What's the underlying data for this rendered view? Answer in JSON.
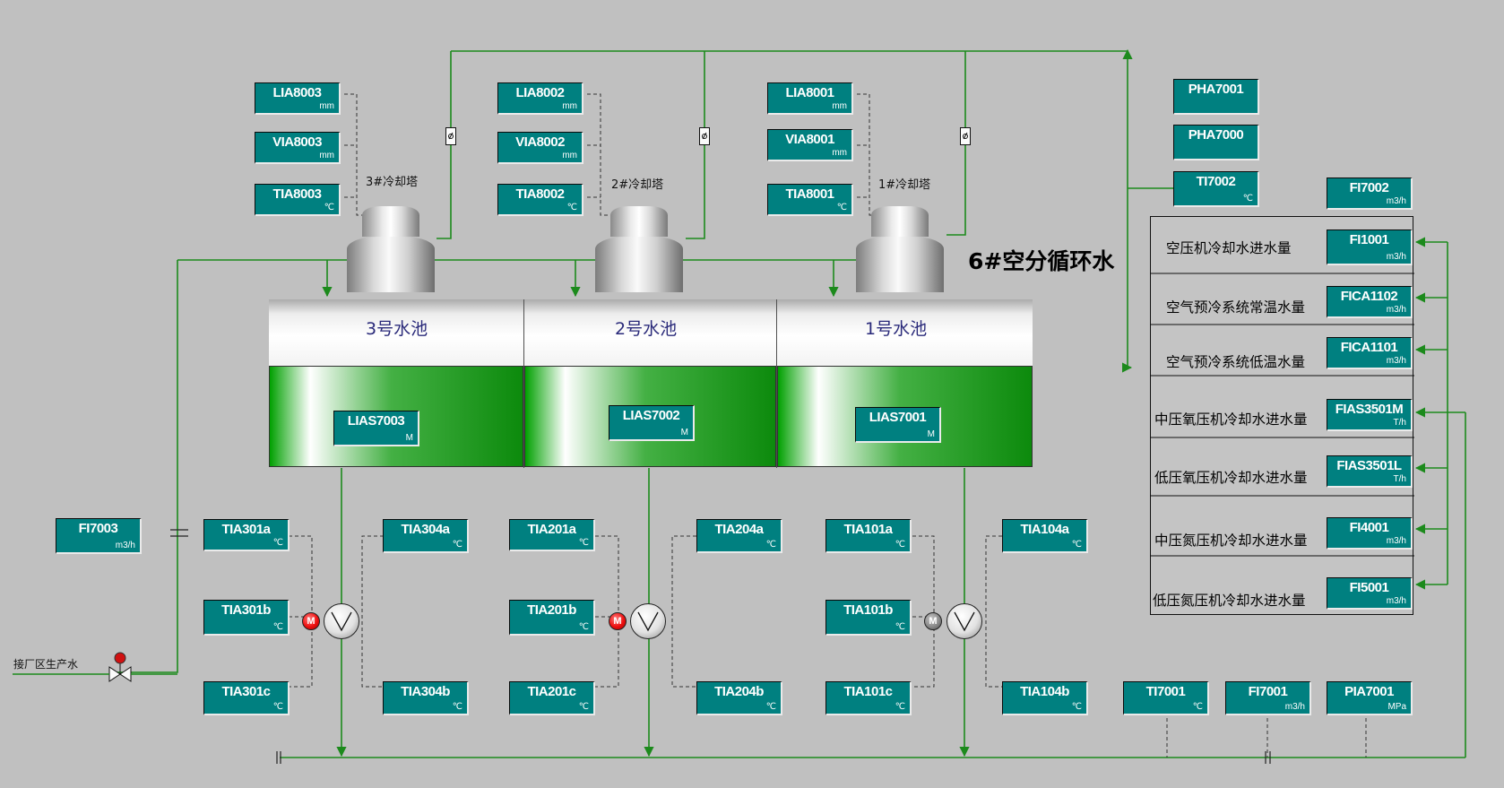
{
  "screen": {
    "title": "6#空分循环水"
  },
  "towers": {
    "t3": "3#冷却塔",
    "t2": "2#冷却塔",
    "t1": "1#冷却塔"
  },
  "pools": {
    "p3": "3号水池",
    "p2": "2号水池",
    "p1": "1号水池"
  },
  "supply": {
    "label": "接厂区生产水"
  },
  "tags": {
    "LIA8003": {
      "name": "LIA8003",
      "unit": "mm"
    },
    "VIA8003": {
      "name": "VIA8003",
      "unit": "mm"
    },
    "TIA8003": {
      "name": "TIA8003",
      "unit": "℃"
    },
    "LIA8002": {
      "name": "LIA8002",
      "unit": "mm"
    },
    "VIA8002": {
      "name": "VIA8002",
      "unit": "mm"
    },
    "TIA8002": {
      "name": "TIA8002",
      "unit": "℃"
    },
    "LIA8001": {
      "name": "LIA8001",
      "unit": "mm"
    },
    "VIA8001": {
      "name": "VIA8001",
      "unit": "mm"
    },
    "TIA8001": {
      "name": "TIA8001",
      "unit": "℃"
    },
    "PHA7001": {
      "name": "PHA7001",
      "unit": ""
    },
    "PHA7000": {
      "name": "PHA7000",
      "unit": ""
    },
    "TI7002": {
      "name": "TI7002",
      "unit": "℃"
    },
    "FI7002": {
      "name": "FI7002",
      "unit": "m3/h"
    },
    "FI1001": {
      "name": "FI1001",
      "unit": "m3/h"
    },
    "FICA1102": {
      "name": "FICA1102",
      "unit": "m3/h"
    },
    "FICA1101": {
      "name": "FICA1101",
      "unit": "m3/h"
    },
    "FIAS3501M": {
      "name": "FIAS3501M",
      "unit": "T/h"
    },
    "FIAS3501L": {
      "name": "FIAS3501L",
      "unit": "T/h"
    },
    "FI4001": {
      "name": "FI4001",
      "unit": "m3/h"
    },
    "FI5001": {
      "name": "FI5001",
      "unit": "m3/h"
    },
    "LIAS7003": {
      "name": "LIAS7003",
      "unit": "M"
    },
    "LIAS7002": {
      "name": "LIAS7002",
      "unit": "M"
    },
    "LIAS7001": {
      "name": "LIAS7001",
      "unit": "M"
    },
    "FI7003": {
      "name": "FI7003",
      "unit": "m3/h"
    },
    "TIA301a": {
      "name": "TIA301a",
      "unit": "℃"
    },
    "TIA301b": {
      "name": "TIA301b",
      "unit": "℃"
    },
    "TIA301c": {
      "name": "TIA301c",
      "unit": "℃"
    },
    "TIA304a": {
      "name": "TIA304a",
      "unit": "℃"
    },
    "TIA304b": {
      "name": "TIA304b",
      "unit": "℃"
    },
    "TIA201a": {
      "name": "TIA201a",
      "unit": "℃"
    },
    "TIA201b": {
      "name": "TIA201b",
      "unit": "℃"
    },
    "TIA201c": {
      "name": "TIA201c",
      "unit": "℃"
    },
    "TIA204a": {
      "name": "TIA204a",
      "unit": "℃"
    },
    "TIA204b": {
      "name": "TIA204b",
      "unit": "℃"
    },
    "TIA101a": {
      "name": "TIA101a",
      "unit": "℃"
    },
    "TIA101b": {
      "name": "TIA101b",
      "unit": "℃"
    },
    "TIA101c": {
      "name": "TIA101c",
      "unit": "℃"
    },
    "TIA104a": {
      "name": "TIA104a",
      "unit": "℃"
    },
    "TIA104b": {
      "name": "TIA104b",
      "unit": "℃"
    },
    "TI7001": {
      "name": "TI7001",
      "unit": "℃"
    },
    "FI7001": {
      "name": "FI7001",
      "unit": "m3/h"
    },
    "PIA7001": {
      "name": "PIA7001",
      "unit": "MPa"
    }
  },
  "flow_rows": [
    {
      "label": "空压机冷却水进水量"
    },
    {
      "label": "空气预冷系统常温水量"
    },
    {
      "label": "空气预冷系统低温水量"
    },
    {
      "label": "中压氧压机冷却水进水量"
    },
    {
      "label": "低压氧压机冷却水进水量"
    },
    {
      "label": "中压氮压机冷却水进水量"
    },
    {
      "label": "低压氮压机冷却水进水量"
    }
  ],
  "pumps": {
    "p3": {
      "motor": "M",
      "state": "running"
    },
    "p2": {
      "motor": "M",
      "state": "running"
    },
    "p1": {
      "motor": "M",
      "state": "stopped"
    }
  },
  "colors": {
    "background": "#c0c0c0",
    "tag_fill": "#008080",
    "pipe": "#1c8a1c",
    "water": "#0c8a0c",
    "motor_running": "#ee1010",
    "motor_stopped": "#8a8a8a"
  }
}
